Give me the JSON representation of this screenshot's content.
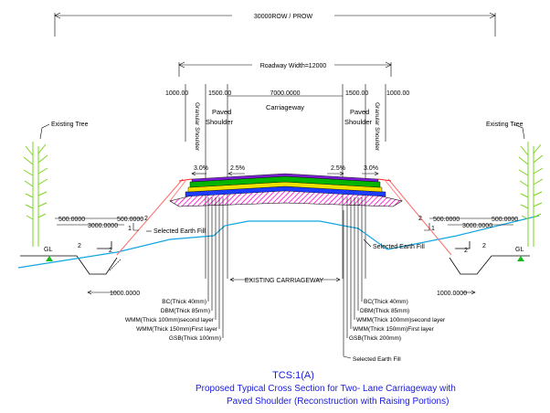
{
  "dimensions": {
    "row": "30000ROW / PROW",
    "roadway": "Roadway Width=12000",
    "carriageway_value": "7000.0000",
    "carriageway_label": "Carriageway",
    "granular_left_value": "1000.00",
    "granular_right_value": "1000.00",
    "paved_left_value": "1500.00",
    "paved_right_value": "1500.00",
    "granular_label": "Granular Shoulder",
    "paved_label_1": "Paved",
    "paved_label_2": "Shoulder",
    "left_500_a": "500.0000",
    "left_500_b": "500.0000",
    "left_3000": "3000.0000",
    "right_500_a": "500.0000",
    "right_500_b": "500.0000",
    "right_3000": "3000.0000",
    "left_1000": "1000.0000",
    "right_1000": "1000.0000"
  },
  "slopes": {
    "left_shoulder": "3.0%",
    "left_camber": "2.5%",
    "right_camber": "2.5%",
    "right_shoulder": "3.0%",
    "ratio_2": "2",
    "ratio_1": "1"
  },
  "labels": {
    "tree_left": "Existing Tree",
    "tree_right": "Existing Tree",
    "gl_left": "GL",
    "gl_right": "GL",
    "earth_fill_left": "Selected Earth Fill",
    "earth_fill_right": "Selected Earth Fill",
    "earth_fill_bottom": "Selected Earth Fill",
    "existing_carriageway": "EXISTING CARRIAGEWAY"
  },
  "layers_left": [
    "BC(Thick 40mm)",
    "DBM(Thick 85mm)",
    "WMM(Thick 100mm)second layer",
    "WMM(Thick 150mm)First layer",
    "GSB(Thick 100mm)"
  ],
  "layers_right": [
    "BC(Thick 40mm)",
    "DBM(Thick 85mm)",
    "WMM(Thick 100mm)second layer",
    "WMM(Thick 150mm)First layer",
    "GSB(Thick 200mm)"
  ],
  "caption": {
    "code": "TCS:1(A)",
    "line1": "Proposed Typical Cross Section for Two- Lane Carriageway with",
    "line2": "Paved Shoulder (Reconstruction with Raising Portions)"
  },
  "colors": {
    "bc_layer": "#7a1fd1",
    "dbm_layer": "#00b400",
    "wmm_layer": "#f0e000",
    "gsb_layer": "#1e3cff",
    "hatch": "#ff00d0",
    "earth_fill": "#ff6a6a",
    "existing_ground": "#12a6e0",
    "caption": "#1a1adf",
    "tree": "#7ed321",
    "gl_marker": "#18b818"
  }
}
